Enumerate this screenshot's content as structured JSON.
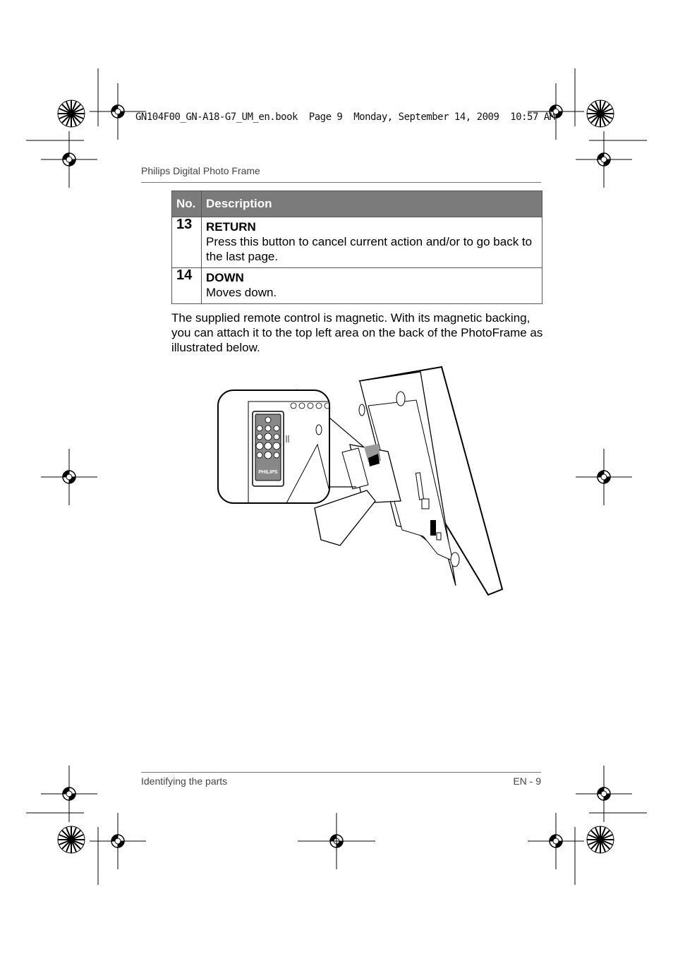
{
  "slug": "GN104F00_GN-A18-G7_UM_en.book  Page 9  Monday, September 14, 2009  10:57 AM",
  "header": {
    "title": "Philips Digital Photo Frame"
  },
  "table": {
    "col_no": "No.",
    "col_desc": "Description",
    "rows": [
      {
        "no": "13",
        "title": "RETURN",
        "text": "Press this button to cancel current action and/or to go back to the last page."
      },
      {
        "no": "14",
        "title": "DOWN",
        "text": "Moves down."
      }
    ]
  },
  "body": {
    "paragraph": "The supplied remote control is magnetic. With its magnetic backing, you can attach it to the top left area on the back of the PhotoFrame as illustrated below."
  },
  "illustration": {
    "remote_brand": "PHILIPS"
  },
  "footer": {
    "section": "Identifying the parts",
    "page": "EN - 9"
  }
}
